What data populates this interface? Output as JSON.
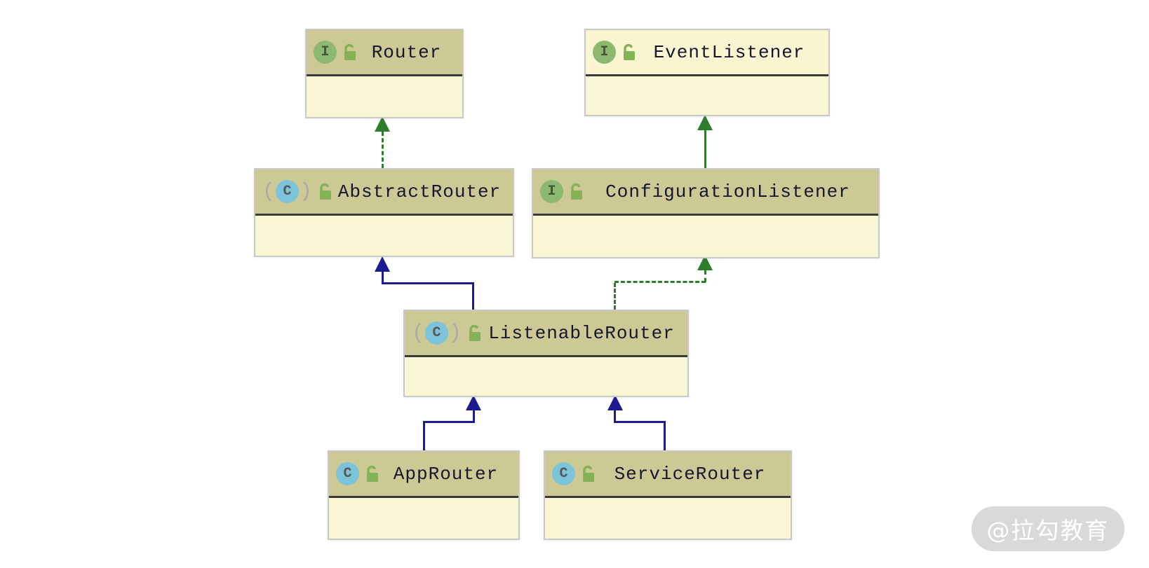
{
  "diagram": {
    "type": "uml-class-diagram",
    "classes": [
      {
        "name": "Router",
        "kind": "interface",
        "icon": "interface-icon",
        "icon_letter": "I",
        "visibility": "public"
      },
      {
        "name": "EventListener",
        "kind": "interface",
        "icon": "interface-icon",
        "icon_letter": "I",
        "visibility": "public"
      },
      {
        "name": "AbstractRouter",
        "kind": "abstract-class",
        "icon": "abstract-class-icon",
        "icon_letter": "C",
        "visibility": "public"
      },
      {
        "name": "ConfigurationListener",
        "kind": "interface",
        "icon": "interface-icon",
        "icon_letter": "I",
        "visibility": "public"
      },
      {
        "name": "ListenableRouter",
        "kind": "abstract-class",
        "icon": "abstract-class-icon",
        "icon_letter": "C",
        "visibility": "public"
      },
      {
        "name": "AppRouter",
        "kind": "class",
        "icon": "class-icon",
        "icon_letter": "C",
        "visibility": "public"
      },
      {
        "name": "ServiceRouter",
        "kind": "class",
        "icon": "class-icon",
        "icon_letter": "C",
        "visibility": "public"
      }
    ],
    "edges": [
      {
        "from": "AbstractRouter",
        "to": "Router",
        "relation": "implements",
        "line": "dashed",
        "color": "#2e7d2e"
      },
      {
        "from": "ConfigurationListener",
        "to": "EventListener",
        "relation": "extends",
        "line": "solid",
        "color": "#2e7d2e"
      },
      {
        "from": "ListenableRouter",
        "to": "AbstractRouter",
        "relation": "extends",
        "line": "solid",
        "color": "#1c1c90"
      },
      {
        "from": "ListenableRouter",
        "to": "ConfigurationListener",
        "relation": "implements",
        "line": "dashed",
        "color": "#2e7d2e"
      },
      {
        "from": "AppRouter",
        "to": "ListenableRouter",
        "relation": "extends",
        "line": "solid",
        "color": "#1c1c90"
      },
      {
        "from": "ServiceRouter",
        "to": "ListenableRouter",
        "relation": "extends",
        "line": "solid",
        "color": "#1c1c90"
      }
    ],
    "colors": {
      "header_project": "#cdc994",
      "header_library": "#f8f5d0",
      "body": "#f9f6d3",
      "extends_class_arrow": "#1c1c90",
      "interface_arrow": "#2e7d2e",
      "interface_icon_bg": "#8cb96f",
      "class_icon_bg": "#7cc4da",
      "lock_icon": "#83b356"
    }
  },
  "watermark": {
    "text": "@拉勾教育"
  }
}
